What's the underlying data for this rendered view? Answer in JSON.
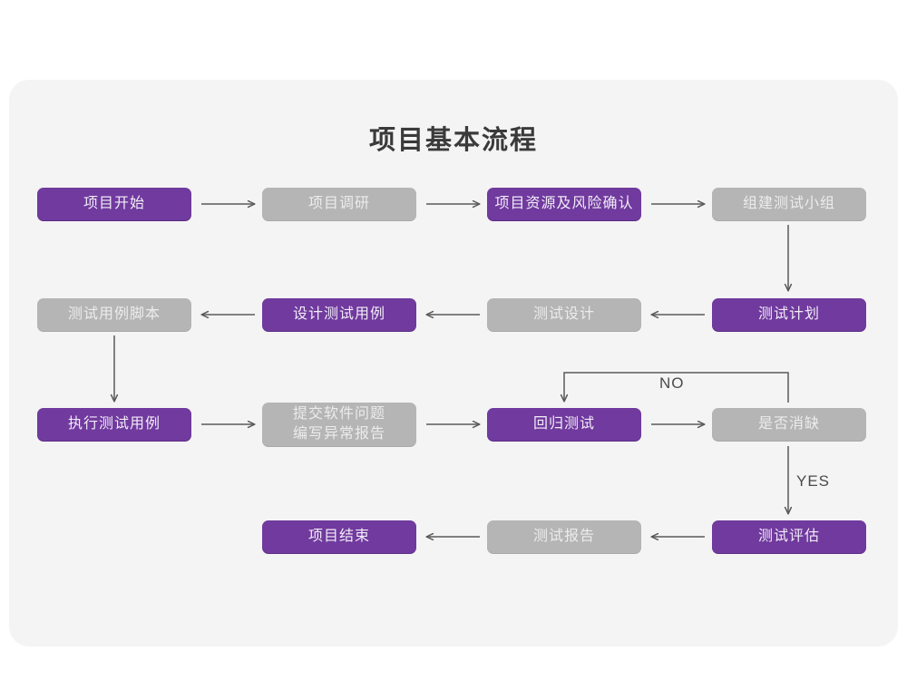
{
  "page": {
    "background_color": "#ffffff",
    "card_color": "#f4f4f4"
  },
  "title": "项目基本流程",
  "theme": {
    "accent_purple": "#703a9e",
    "muted_gray": "#b5b5b5",
    "purple_text": "#f2ecf7",
    "gray_text": "#ececec",
    "connector_color": "#5a5a5a",
    "title_color": "#3a3a3a"
  },
  "chart_data": {
    "type": "diagram",
    "title": "项目基本流程",
    "nodes": [
      {
        "id": "n1",
        "label": "项目开始",
        "style": "purple",
        "row": 1,
        "col": 1
      },
      {
        "id": "n2",
        "label": "项目调研",
        "style": "gray",
        "row": 1,
        "col": 2
      },
      {
        "id": "n3",
        "label": "项目资源及风险确认",
        "style": "purple",
        "row": 1,
        "col": 3
      },
      {
        "id": "n4",
        "label": "组建测试小组",
        "style": "gray",
        "row": 1,
        "col": 4
      },
      {
        "id": "n5",
        "label": "测试用例脚本",
        "style": "gray",
        "row": 2,
        "col": 1
      },
      {
        "id": "n6",
        "label": "设计测试用例",
        "style": "purple",
        "row": 2,
        "col": 2
      },
      {
        "id": "n7",
        "label": "测试设计",
        "style": "gray",
        "row": 2,
        "col": 3
      },
      {
        "id": "n8",
        "label": "测试计划",
        "style": "purple",
        "row": 2,
        "col": 4
      },
      {
        "id": "n9",
        "label": "执行测试用例",
        "style": "purple",
        "row": 3,
        "col": 1
      },
      {
        "id": "n10",
        "label": "提交软件问题\n编写异常报告",
        "style": "gray",
        "row": 3,
        "col": 2
      },
      {
        "id": "n11",
        "label": "回归测试",
        "style": "purple",
        "row": 3,
        "col": 3
      },
      {
        "id": "n12",
        "label": "是否消缺",
        "style": "gray",
        "row": 3,
        "col": 4
      },
      {
        "id": "n13",
        "label": "项目结束",
        "style": "purple",
        "row": 4,
        "col": 2
      },
      {
        "id": "n14",
        "label": "测试报告",
        "style": "gray",
        "row": 4,
        "col": 3
      },
      {
        "id": "n15",
        "label": "测试评估",
        "style": "purple",
        "row": 4,
        "col": 4
      }
    ],
    "edges": [
      {
        "from": "n1",
        "to": "n2",
        "direction": "right",
        "label": ""
      },
      {
        "from": "n2",
        "to": "n3",
        "direction": "right",
        "label": ""
      },
      {
        "from": "n3",
        "to": "n4",
        "direction": "right",
        "label": ""
      },
      {
        "from": "n4",
        "to": "n8",
        "direction": "down",
        "label": ""
      },
      {
        "from": "n8",
        "to": "n7",
        "direction": "left",
        "label": ""
      },
      {
        "from": "n7",
        "to": "n6",
        "direction": "left",
        "label": ""
      },
      {
        "from": "n6",
        "to": "n5",
        "direction": "left",
        "label": ""
      },
      {
        "from": "n5",
        "to": "n9",
        "direction": "down",
        "label": ""
      },
      {
        "from": "n9",
        "to": "n10",
        "direction": "right",
        "label": ""
      },
      {
        "from": "n10",
        "to": "n11",
        "direction": "right",
        "label": ""
      },
      {
        "from": "n11",
        "to": "n12",
        "direction": "right",
        "label": ""
      },
      {
        "from": "n12",
        "to": "n11",
        "direction": "loop-up-left",
        "label": "NO"
      },
      {
        "from": "n12",
        "to": "n15",
        "direction": "down",
        "label": "YES"
      },
      {
        "from": "n15",
        "to": "n14",
        "direction": "left",
        "label": ""
      },
      {
        "from": "n14",
        "to": "n13",
        "direction": "left",
        "label": ""
      }
    ],
    "labels": {
      "no": "NO",
      "yes": "YES"
    }
  }
}
